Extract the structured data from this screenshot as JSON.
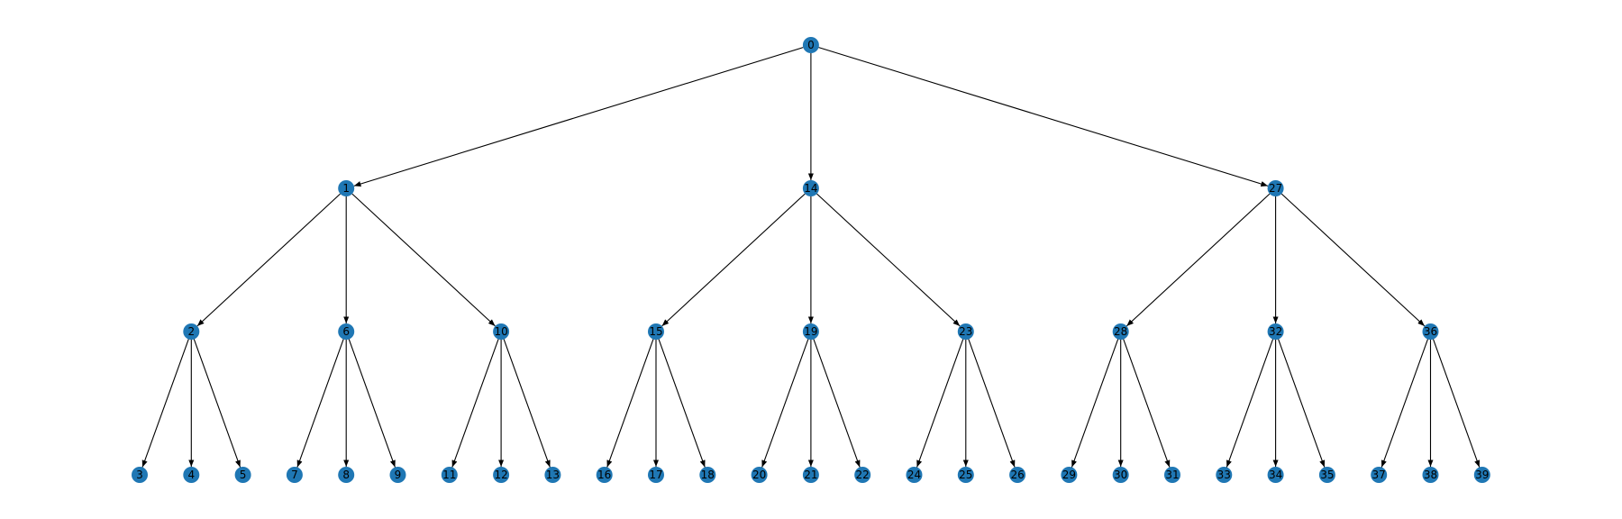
{
  "diagram": {
    "type": "tree",
    "directed": true,
    "colors": {
      "node_fill": "#1f77b4",
      "edge": "#000000",
      "label": "#000000",
      "background": "#ffffff"
    },
    "nodes": [
      {
        "id": "0",
        "label": "0"
      },
      {
        "id": "1",
        "label": "1"
      },
      {
        "id": "2",
        "label": "2"
      },
      {
        "id": "3",
        "label": "3"
      },
      {
        "id": "4",
        "label": "4"
      },
      {
        "id": "5",
        "label": "5"
      },
      {
        "id": "6",
        "label": "6"
      },
      {
        "id": "7",
        "label": "7"
      },
      {
        "id": "8",
        "label": "8"
      },
      {
        "id": "9",
        "label": "9"
      },
      {
        "id": "10",
        "label": "10"
      },
      {
        "id": "11",
        "label": "11"
      },
      {
        "id": "12",
        "label": "12"
      },
      {
        "id": "13",
        "label": "13"
      },
      {
        "id": "14",
        "label": "14"
      },
      {
        "id": "15",
        "label": "15"
      },
      {
        "id": "16",
        "label": "16"
      },
      {
        "id": "17",
        "label": "17"
      },
      {
        "id": "18",
        "label": "18"
      },
      {
        "id": "19",
        "label": "19"
      },
      {
        "id": "20",
        "label": "20"
      },
      {
        "id": "21",
        "label": "21"
      },
      {
        "id": "22",
        "label": "22"
      },
      {
        "id": "23",
        "label": "23"
      },
      {
        "id": "24",
        "label": "24"
      },
      {
        "id": "25",
        "label": "25"
      },
      {
        "id": "26",
        "label": "26"
      },
      {
        "id": "27",
        "label": "27"
      },
      {
        "id": "28",
        "label": "28"
      },
      {
        "id": "29",
        "label": "29"
      },
      {
        "id": "30",
        "label": "30"
      },
      {
        "id": "31",
        "label": "31"
      },
      {
        "id": "32",
        "label": "32"
      },
      {
        "id": "33",
        "label": "33"
      },
      {
        "id": "34",
        "label": "34"
      },
      {
        "id": "35",
        "label": "35"
      },
      {
        "id": "36",
        "label": "36"
      },
      {
        "id": "37",
        "label": "37"
      },
      {
        "id": "38",
        "label": "38"
      },
      {
        "id": "39",
        "label": "39"
      }
    ],
    "edges": [
      [
        "0",
        "1"
      ],
      [
        "0",
        "14"
      ],
      [
        "0",
        "27"
      ],
      [
        "1",
        "2"
      ],
      [
        "1",
        "6"
      ],
      [
        "1",
        "10"
      ],
      [
        "2",
        "3"
      ],
      [
        "2",
        "4"
      ],
      [
        "2",
        "5"
      ],
      [
        "6",
        "7"
      ],
      [
        "6",
        "8"
      ],
      [
        "6",
        "9"
      ],
      [
        "10",
        "11"
      ],
      [
        "10",
        "12"
      ],
      [
        "10",
        "13"
      ],
      [
        "14",
        "15"
      ],
      [
        "14",
        "19"
      ],
      [
        "14",
        "23"
      ],
      [
        "15",
        "16"
      ],
      [
        "15",
        "17"
      ],
      [
        "15",
        "18"
      ],
      [
        "19",
        "20"
      ],
      [
        "19",
        "21"
      ],
      [
        "19",
        "22"
      ],
      [
        "23",
        "24"
      ],
      [
        "23",
        "25"
      ],
      [
        "23",
        "26"
      ],
      [
        "27",
        "28"
      ],
      [
        "27",
        "32"
      ],
      [
        "27",
        "36"
      ],
      [
        "28",
        "29"
      ],
      [
        "28",
        "30"
      ],
      [
        "28",
        "31"
      ],
      [
        "32",
        "33"
      ],
      [
        "32",
        "34"
      ],
      [
        "32",
        "35"
      ],
      [
        "36",
        "37"
      ],
      [
        "36",
        "38"
      ],
      [
        "36",
        "39"
      ]
    ]
  }
}
